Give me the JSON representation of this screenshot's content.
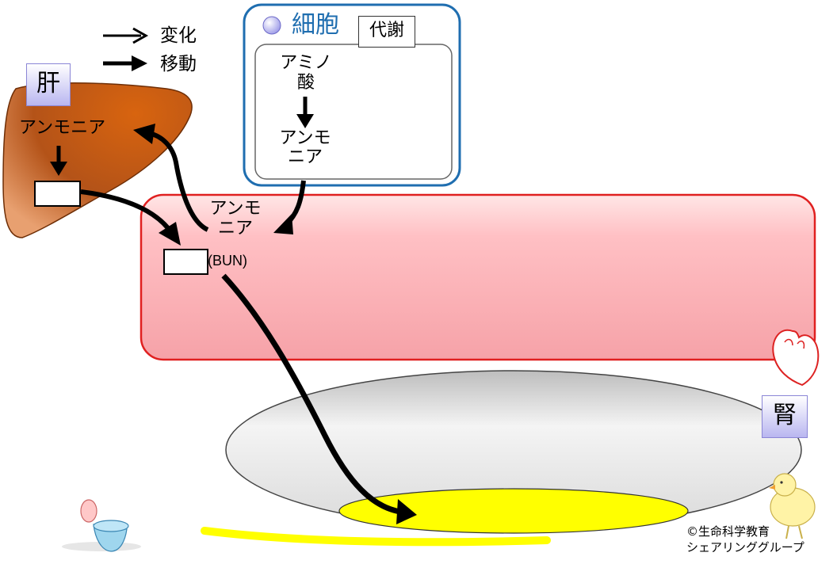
{
  "legend": {
    "change_label": "変化",
    "move_label": "移動"
  },
  "liver": {
    "label": "肝",
    "ammonia": "アンモニア",
    "color": "#b8500f"
  },
  "cell": {
    "title": "細胞",
    "metabolism_label": "代謝",
    "amino_acid_line1": "アミノ",
    "amino_acid_line2": "酸",
    "ammonia_line1": "アンモ",
    "ammonia_line2": "ニア",
    "border_color": "#1f6eb0"
  },
  "blood": {
    "ammonia_line1": "アンモ",
    "ammonia_line2": "ニア",
    "bun_label": "(BUN)",
    "border_color": "#e02020"
  },
  "kidney": {
    "label": "腎"
  },
  "urine": {
    "color": "#ffff00"
  },
  "copyright": {
    "line1": "©生命科学教育",
    "line2": "シェアリンググループ"
  }
}
